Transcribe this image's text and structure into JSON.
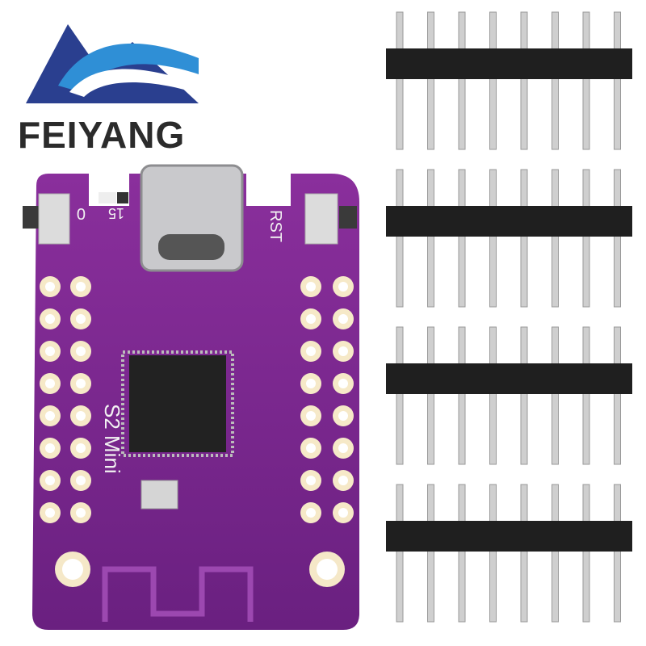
{
  "brand": {
    "name": "FEIYANG",
    "colors": {
      "blue_dark": "#2a3f8f",
      "blue_light": "#2f8fd6",
      "text": "#2b2b2b"
    }
  },
  "board": {
    "silkscreen": {
      "model": "S2 Mini",
      "button_left": "0",
      "led_label": "15",
      "button_right": "RST"
    },
    "colors": {
      "pcb": "#7a2a8c",
      "pcb_dark": "#5e1d70",
      "pad": "#f6e9c8",
      "usb": "#c9c9cc",
      "chip": "#222222"
    },
    "pin_rows": 8
  },
  "headers": {
    "count": 4,
    "pins_per_header": 8,
    "colors": {
      "plastic": "#1f1f1f",
      "pin": "#cfcfcf"
    }
  }
}
